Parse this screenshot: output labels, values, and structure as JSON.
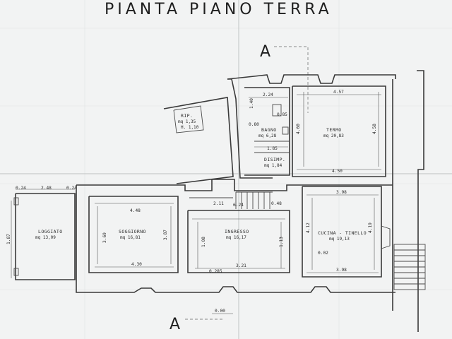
{
  "title": "PIANTA PIANO TERRA",
  "section_marker": "A",
  "rooms": {
    "termo": {
      "name": "TERMO",
      "area": "mq 20,83"
    },
    "bagno": {
      "name": "BAGNO",
      "area": "mq 6,28"
    },
    "disimp": {
      "name": "DISIMP.",
      "area": "mq 1,84"
    },
    "rip": {
      "name": "RIP.",
      "area": "mq 1,35",
      "height": "H. 1,10"
    },
    "loggiato": {
      "name": "LOGGIATO",
      "area": "mq 13,09"
    },
    "soggiorno": {
      "name": "SOGGIORNO",
      "area": "mq 16,81"
    },
    "ingresso": {
      "name": "INGRESSO",
      "area": "mq 16,17"
    },
    "cucina": {
      "name": "CUCINA - TINELLO",
      "area": "mq 19,13"
    }
  },
  "dimensions": {
    "termo_top": "4.57",
    "termo_bottom": "4.50",
    "termo_left": "4.60",
    "termo_right": "4.58",
    "bagno_top": "2.24",
    "bagno_left": "1.40",
    "bagno_mid": "0.85",
    "bagno_mid2": "0.80",
    "bagno_bottom": "1.85",
    "loggiato_left_a": "0.24",
    "loggiato_top": "2.48",
    "loggiato_left_b": "0.24",
    "loggiato_height": "1.87",
    "soggiorno_top": "4.48",
    "soggiorno_left": "3.69",
    "soggiorno_right": "3.87",
    "soggiorno_bottom": "4.30",
    "ingresso_top": "6.24",
    "ingresso_left": "1.08",
    "ingresso_right": "1.13",
    "ingresso_bottom": "3.21",
    "ingresso_stair_a": "2.11",
    "ingresso_stair_b": "0.48",
    "ingresso_bottom_left": "0.285",
    "cucina_top": "3.98",
    "cucina_left": "4.12",
    "cucina_right": "4.19",
    "cucina_bottom": "3.98",
    "cucina_mid": "0.02",
    "ground_level": "0.00"
  }
}
